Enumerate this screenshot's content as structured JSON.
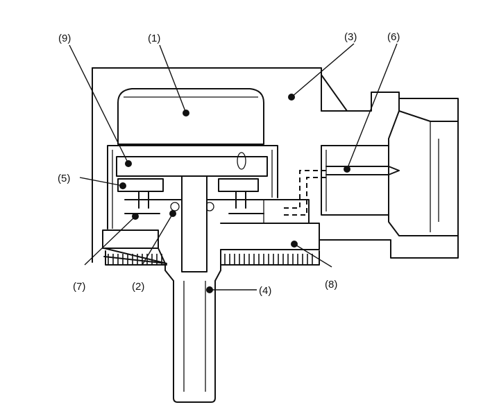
{
  "labels": {
    "l1": "(1)",
    "l2": "(2)",
    "l3": "(3)",
    "l4": "(4)",
    "l5": "(5)",
    "l6": "(6)",
    "l7": "(7)",
    "l8": "(8)",
    "l9": "(9)"
  }
}
